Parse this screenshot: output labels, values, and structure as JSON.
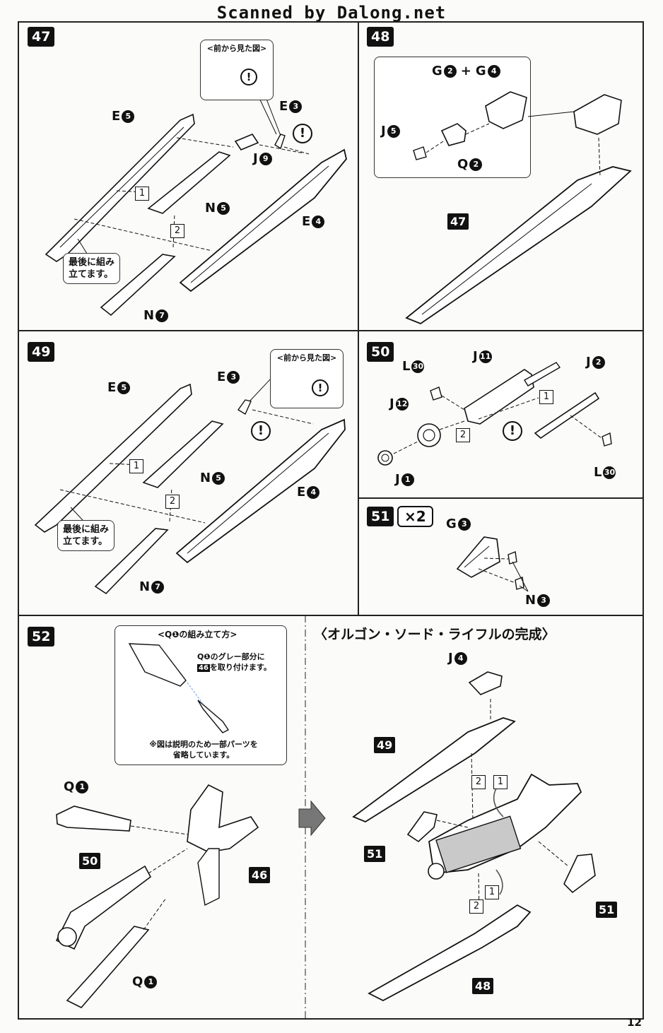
{
  "watermark": "Scanned by Dalong.net",
  "page_number": "12",
  "step47": {
    "num": "47",
    "front_view_title": "<前から見た図>",
    "parts": {
      "e5": {
        "letter": "E",
        "num": "5"
      },
      "e3": {
        "letter": "E",
        "num": "3"
      },
      "j9": {
        "letter": "J",
        "num": "9"
      },
      "n5": {
        "letter": "N",
        "num": "5"
      },
      "e4": {
        "letter": "E",
        "num": "4"
      },
      "n7": {
        "letter": "N",
        "num": "7"
      }
    },
    "order1": "1",
    "order2": "2",
    "last_note": "最後に組み\n立てます。",
    "warn": "!"
  },
  "step48": {
    "num": "48",
    "g_combo": {
      "a": "G",
      "a_num": "2",
      "plus": "+",
      "b": "G",
      "b_num": "4"
    },
    "j5": {
      "letter": "J",
      "num": "5"
    },
    "q2": {
      "letter": "Q",
      "num": "2"
    },
    "ref": "47"
  },
  "step49": {
    "num": "49",
    "front_view_title": "<前から見た図>",
    "parts": {
      "e5": {
        "letter": "E",
        "num": "5"
      },
      "e3": {
        "letter": "E",
        "num": "3"
      },
      "n5": {
        "letter": "N",
        "num": "5"
      },
      "e4": {
        "letter": "E",
        "num": "4"
      },
      "n7": {
        "letter": "N",
        "num": "7"
      }
    },
    "order1": "1",
    "order2": "2",
    "last_note": "最後に組み\n立てます。",
    "warn": "!"
  },
  "step50": {
    "num": "50",
    "parts": {
      "l30a": {
        "letter": "L",
        "num": "30"
      },
      "j11": {
        "letter": "J",
        "num": "11"
      },
      "j2": {
        "letter": "J",
        "num": "2"
      },
      "j12": {
        "letter": "J",
        "num": "12"
      },
      "j1": {
        "letter": "J",
        "num": "1"
      },
      "l30b": {
        "letter": "L",
        "num": "30"
      }
    },
    "order1": "1",
    "order2": "2",
    "warn": "!"
  },
  "step51": {
    "num": "51",
    "multiplier": "×2",
    "g3": {
      "letter": "G",
      "num": "3"
    },
    "n3": {
      "letter": "N",
      "num": "3"
    }
  },
  "step52": {
    "num": "52",
    "inset_title": "<Q❶の組み立て方>",
    "inset_note_a": "Q❶のグレー部分に",
    "inset_note_ref": "46",
    "inset_note_b": "を取り付けます。",
    "inset_footnote": "※図は説明のため一部パーツを\n省略しています。",
    "q1a": {
      "letter": "Q",
      "num": "1"
    },
    "q1b": {
      "letter": "Q",
      "num": "1"
    },
    "ref50": "50",
    "ref46": "46"
  },
  "completion": {
    "title": "〈オルゴン・ソード・ライフルの完成〉",
    "j4": {
      "letter": "J",
      "num": "4"
    },
    "ref49": "49",
    "ref51a": "51",
    "ref51b": "51",
    "ref48": "48",
    "order1a": "1",
    "order2a": "2",
    "order1b": "1",
    "order2b": "2"
  }
}
